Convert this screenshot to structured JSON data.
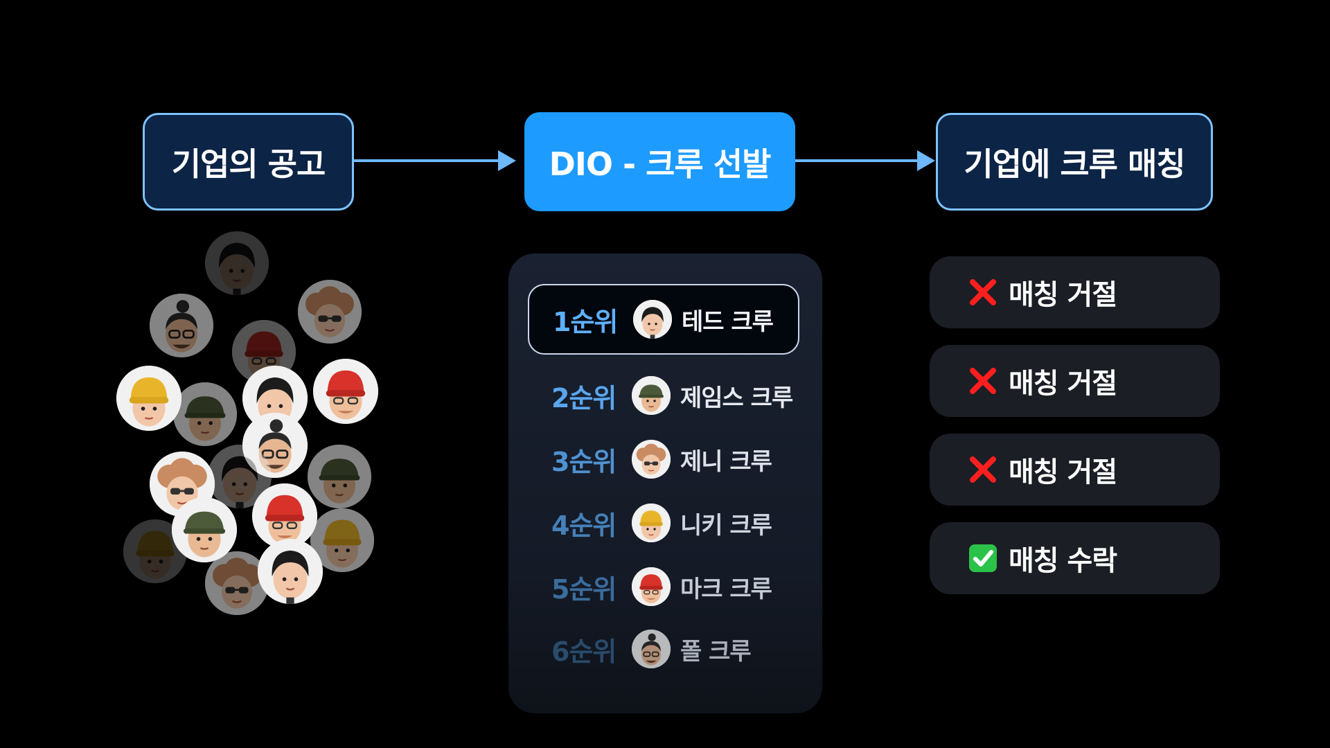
{
  "flow": {
    "step1": "기업의 공고",
    "step2": "DIO - 크루 선발",
    "step3": "기업에 크루 매칭"
  },
  "colors": {
    "accent": "#1d9bff",
    "outline": "#7ec3ff",
    "node_bg": "#0c2445",
    "arrow": "#6db8ff",
    "reject": "#ff1f1f",
    "accept": "#2bc24a"
  },
  "ranking": [
    {
      "rank": "1순위",
      "name": "테드 크루",
      "avatar": "avatar-black-hair"
    },
    {
      "rank": "2순위",
      "name": "제임스 크루",
      "avatar": "avatar-olive-cap"
    },
    {
      "rank": "3순위",
      "name": "제니 크루",
      "avatar": "avatar-curly-sunglasses"
    },
    {
      "rank": "4순위",
      "name": "니키 크루",
      "avatar": "avatar-yellow-beanie"
    },
    {
      "rank": "5순위",
      "name": "마크 크루",
      "avatar": "avatar-red-beanie"
    },
    {
      "rank": "6순위",
      "name": "폴 크루",
      "avatar": "avatar-glasses-bun"
    }
  ],
  "results": [
    {
      "icon": "cross-mark-icon",
      "text": "매칭 거절"
    },
    {
      "icon": "cross-mark-icon",
      "text": "매칭 거절"
    },
    {
      "icon": "cross-mark-icon",
      "text": "매칭 거절"
    },
    {
      "icon": "check-mark-icon",
      "text": "매칭 수락"
    }
  ]
}
